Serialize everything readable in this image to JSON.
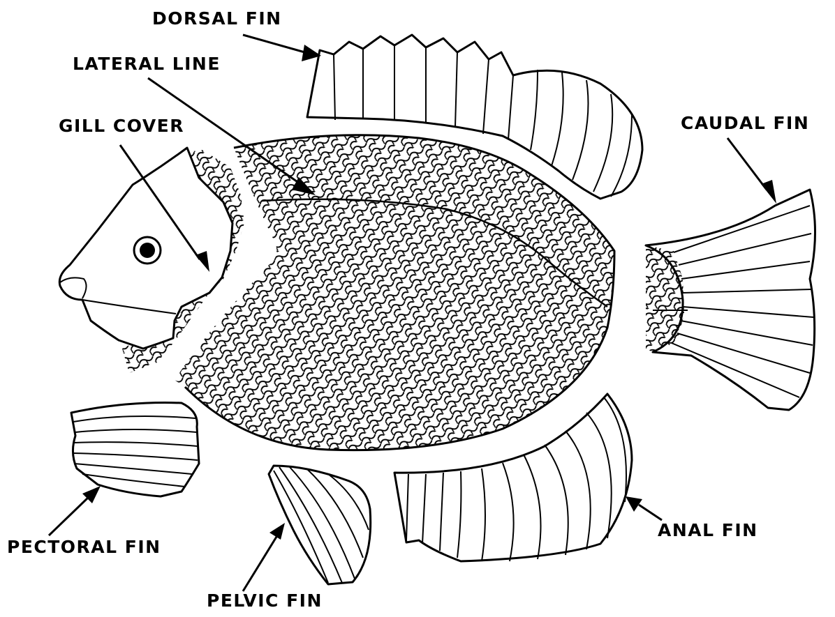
{
  "diagram": {
    "labels": {
      "dorsal_fin": "DORSAL FIN",
      "lateral_line": "LATERAL LINE",
      "gill_cover": "GILL COVER",
      "caudal_fin": "CAUDAL FIN",
      "pectoral_fin": "PECTORAL FIN",
      "pelvic_fin": "PELVIC FIN",
      "anal_fin": "ANAL FIN"
    }
  }
}
